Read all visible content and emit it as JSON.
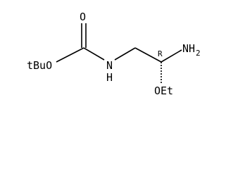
{
  "molecule": {
    "labels": {
      "carbonyl_o": "O",
      "tert_butoxy": "tBuO",
      "amide_n": "N",
      "amide_h": "H",
      "stereo_descriptor": "R",
      "amine": "NH",
      "amine_subscript": "2",
      "ethoxy": "OEt"
    }
  }
}
